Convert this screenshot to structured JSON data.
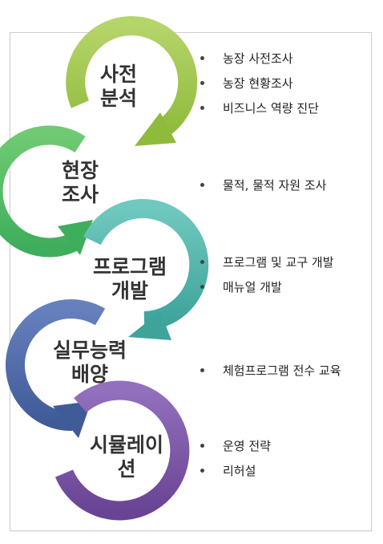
{
  "stages": [
    {
      "label_lines": [
        "사전",
        "분석"
      ],
      "color": "#9ec44c",
      "items": [
        "농장 사전조사",
        "농장 현황조사",
        "비즈니스 역량 진단"
      ]
    },
    {
      "label_lines": [
        "현장",
        "조사"
      ],
      "color": "#4fb96a",
      "items": [
        "물적, 물적 자원 조사"
      ]
    },
    {
      "label_lines": [
        "프로그램",
        "개발"
      ],
      "color": "#4fb1a8",
      "items": [
        "프로그램 및 교구 개발",
        "매뉴얼 개발"
      ]
    },
    {
      "label_lines": [
        "실무능력",
        "배양"
      ],
      "color": "#4d6aa6",
      "items": [
        "체험프로그램 전수 교육"
      ]
    },
    {
      "label_lines": [
        "시뮬레이",
        "션"
      ],
      "color": "#7851a1",
      "items": [
        "운영 전략",
        "리허설"
      ]
    }
  ]
}
